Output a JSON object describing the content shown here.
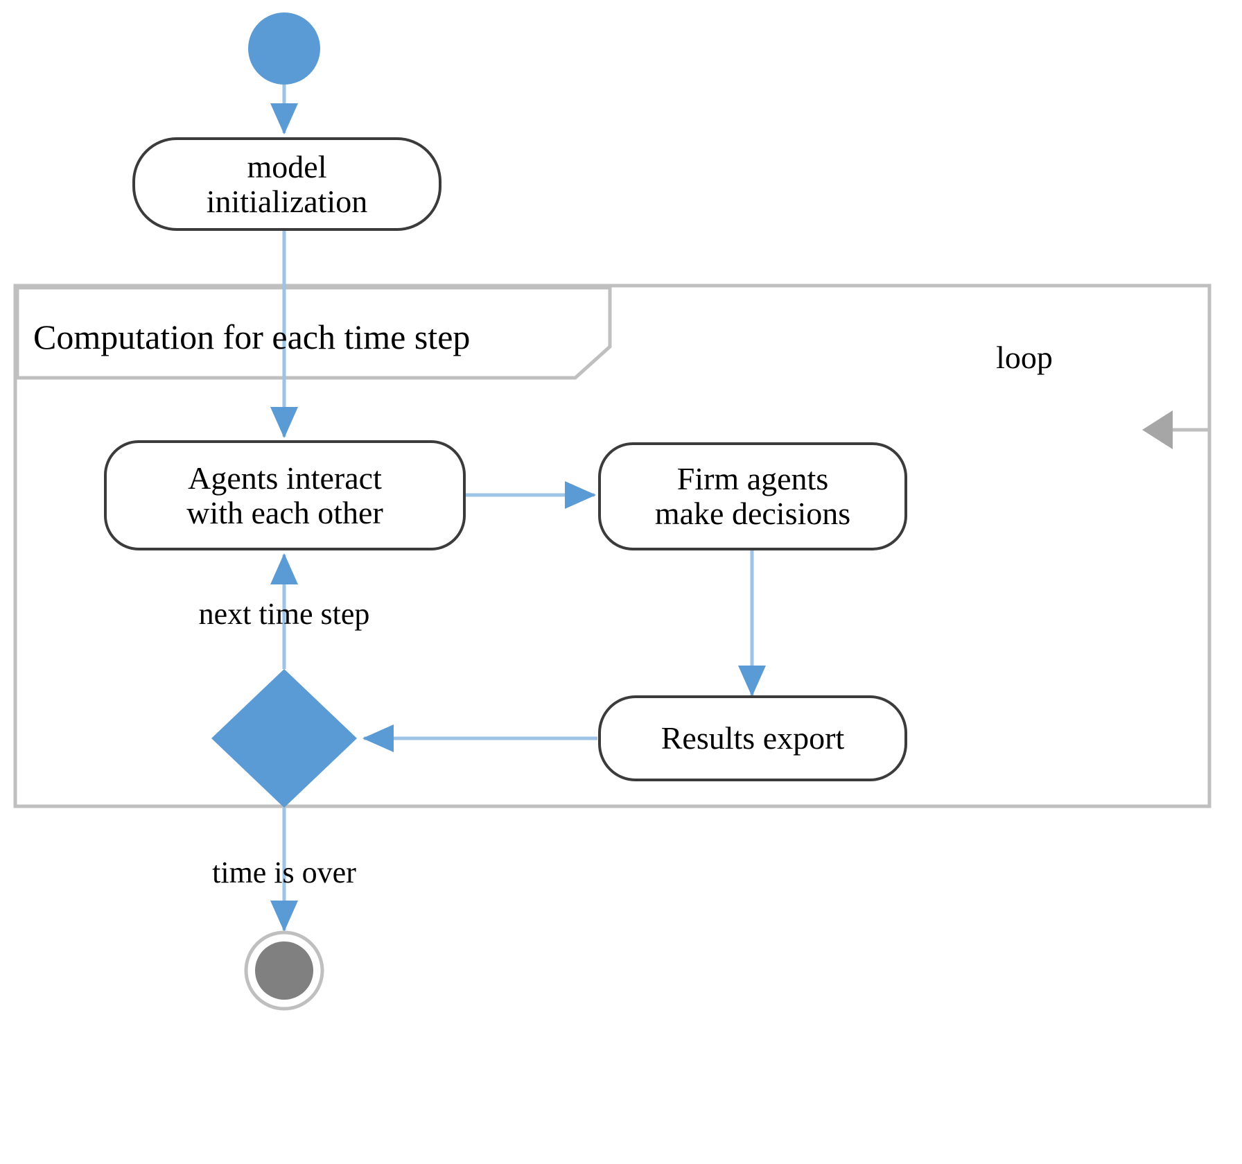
{
  "diagram": {
    "type": "uml-activity-diagram",
    "title": "",
    "colors": {
      "accent_blue": "#5B9BD5",
      "edge_blue": "#9DC3E6",
      "frame_gray": "#BFBFBF",
      "loop_arrow_gray": "#A6A6A6",
      "end_node_gray": "#808080",
      "node_border": "#3B3B3B",
      "background": "#FFFFFF"
    },
    "nodes": [
      {
        "id": "start",
        "kind": "initial-node",
        "label": ""
      },
      {
        "id": "init",
        "kind": "activity",
        "label": "model\ninitialization"
      },
      {
        "id": "interact",
        "kind": "activity",
        "label": "Agents interact\nwith each other"
      },
      {
        "id": "firm",
        "kind": "activity",
        "label": "Firm agents\nmake decisions"
      },
      {
        "id": "export",
        "kind": "activity",
        "label": "Results export"
      },
      {
        "id": "decision",
        "kind": "decision",
        "label": ""
      },
      {
        "id": "end",
        "kind": "final-node",
        "label": ""
      }
    ],
    "frame": {
      "id": "loop-frame",
      "header": "Computation for each time step",
      "loop_label": "loop"
    },
    "edge_labels": {
      "next_time_step": "next time step",
      "time_is_over": "time is over"
    },
    "edges": [
      {
        "from": "start",
        "to": "init",
        "label": ""
      },
      {
        "from": "init",
        "to": "interact",
        "label": ""
      },
      {
        "from": "interact",
        "to": "firm",
        "label": ""
      },
      {
        "from": "firm",
        "to": "export",
        "label": ""
      },
      {
        "from": "export",
        "to": "decision",
        "label": ""
      },
      {
        "from": "decision",
        "to": "interact",
        "label": "next time step"
      },
      {
        "from": "decision",
        "to": "end",
        "label": "time is over"
      }
    ]
  }
}
